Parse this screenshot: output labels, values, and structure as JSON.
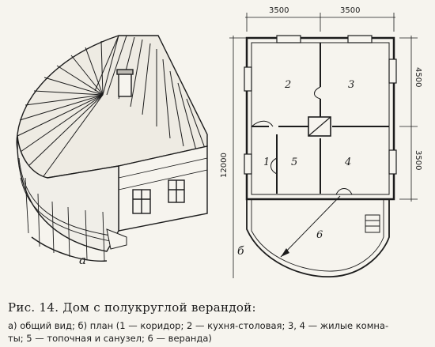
{
  "figure": {
    "label_a": "а",
    "label_b": "б",
    "dimensions": {
      "top_left": "3500",
      "top_right": "3500",
      "right_upper": "4500",
      "right_lower": "3500",
      "left_total": "12000"
    },
    "rooms": {
      "r1": "1",
      "r2": "2",
      "r3": "3",
      "r4": "4",
      "r5": "5",
      "r6": "6"
    }
  },
  "caption": {
    "title": "Рис. 14. Дом с полукруглой верандой:",
    "line1": "а) общий вид; б) план (1 — коридор; 2 — кухня-столовая; 3, 4 — жилые комна-",
    "line2": "ты; 5 — топочная и санузел; 6 — веранда)"
  }
}
